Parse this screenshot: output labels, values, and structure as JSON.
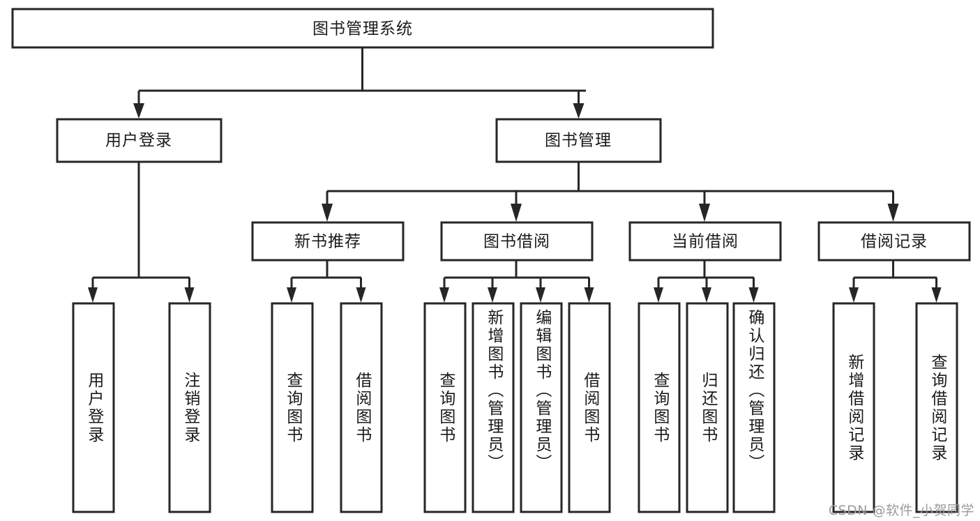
{
  "diagram": {
    "title": "图书管理系统",
    "type": "tree",
    "orientation": "top-down",
    "colors": {
      "box_stroke": "#262626",
      "box_fill": "#ffffff",
      "line": "#262626",
      "text": "#1a1a1a",
      "background": "#ffffff",
      "watermark": "#9b9b9b"
    },
    "root": {
      "label": "图书管理系统",
      "orientation": "horizontal"
    },
    "level2": [
      {
        "label": "用户登录",
        "orientation": "horizontal"
      },
      {
        "label": "图书管理",
        "orientation": "horizontal"
      }
    ],
    "level3": [
      {
        "label": "新书推荐",
        "orientation": "horizontal"
      },
      {
        "label": "图书借阅",
        "orientation": "horizontal"
      },
      {
        "label": "当前借阅",
        "orientation": "horizontal"
      },
      {
        "label": "借阅记录",
        "orientation": "horizontal"
      }
    ],
    "leaves": [
      {
        "label": "用户登录",
        "parent": "用户登录",
        "orientation": "vertical"
      },
      {
        "label": "注销登录",
        "parent": "用户登录",
        "orientation": "vertical"
      },
      {
        "label": "查询图书",
        "parent": "新书推荐",
        "orientation": "vertical"
      },
      {
        "label": "借阅图书",
        "parent": "新书推荐",
        "orientation": "vertical"
      },
      {
        "label": "查询图书",
        "parent": "图书借阅",
        "orientation": "vertical"
      },
      {
        "label": "新增图书（管理员）",
        "parent": "图书借阅",
        "orientation": "vertical"
      },
      {
        "label": "编辑图书（管理员）",
        "parent": "图书借阅",
        "orientation": "vertical"
      },
      {
        "label": "借阅图书",
        "parent": "图书借阅",
        "orientation": "vertical"
      },
      {
        "label": "查询图书",
        "parent": "当前借阅",
        "orientation": "vertical"
      },
      {
        "label": "归还图书",
        "parent": "当前借阅",
        "orientation": "vertical"
      },
      {
        "label": "确认归还（管理员）",
        "parent": "当前借阅",
        "orientation": "vertical"
      },
      {
        "label": "新增借阅记录",
        "parent": "借阅记录",
        "orientation": "vertical"
      },
      {
        "label": "查询借阅记录",
        "parent": "借阅记录",
        "orientation": "vertical"
      }
    ]
  },
  "watermark": {
    "text": "CSDN @软件_小贺同学"
  }
}
